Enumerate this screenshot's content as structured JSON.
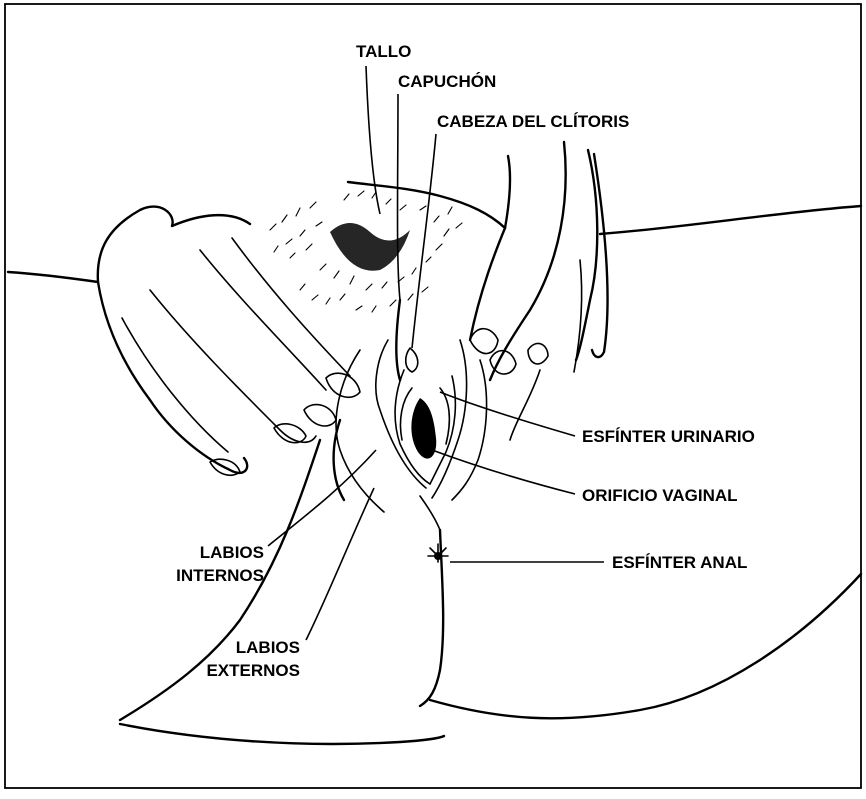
{
  "labels": {
    "tallo": "TALLO",
    "capuchon": "CAPUCHÓN",
    "cabeza_clitoris": "CABEZA DEL CLÍTORIS",
    "esfinter_urinario": "ESFÍNTER URINARIO",
    "orificio_vaginal": "ORIFICIO VAGINAL",
    "esfinter_anal": "ESFÍNTER ANAL",
    "labios_internos": "LABIOS\nINTERNOS",
    "labios_externos": "LABIOS\nEXTERNOS"
  }
}
